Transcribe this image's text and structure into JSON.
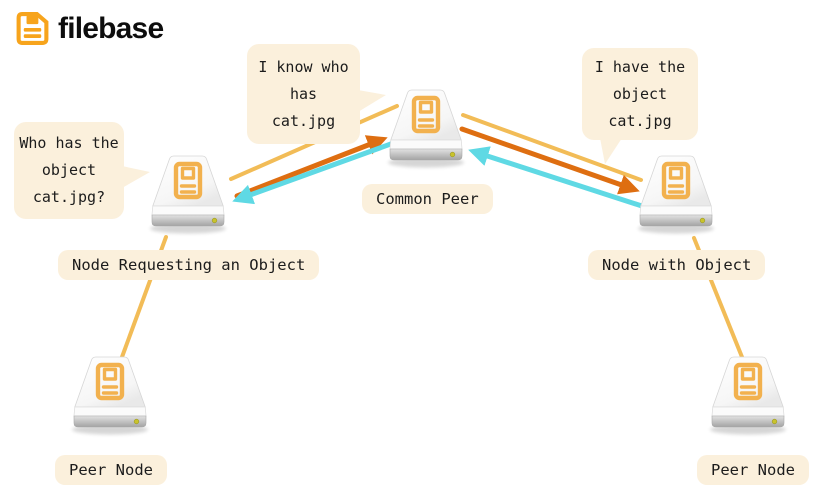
{
  "logo": {
    "brand": "filebase",
    "icon": "floppy-disk-icon"
  },
  "colors": {
    "bubble_bg": "#FBF0DC",
    "text_dark": "#1C1C1C",
    "line_yellow": "#F2BC57",
    "arrow_orange": "#DE6E11",
    "arrow_cyan": "#5FD9E4",
    "disk_icon": "#F2B14E",
    "logo_orange": "#F7A41C",
    "led_green": "#C9C32C"
  },
  "bubbles": {
    "know": {
      "lines": [
        "I know who",
        "has",
        "cat.jpg"
      ]
    },
    "have": {
      "lines": [
        "I have the",
        "object",
        "cat.jpg"
      ]
    },
    "who": {
      "lines": [
        "Who has the",
        "object",
        "cat.jpg?"
      ]
    }
  },
  "labels": {
    "common_peer": "Common Peer",
    "node_requesting": "Node Requesting an Object",
    "node_with_object": "Node with Object",
    "peer_node_left": "Peer Node",
    "peer_node_right": "Peer Node"
  }
}
